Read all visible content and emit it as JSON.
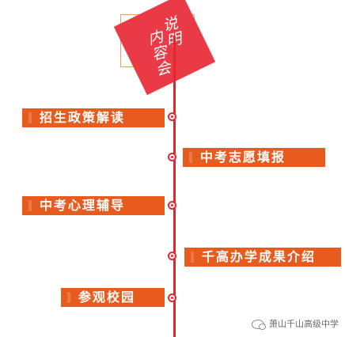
{
  "header": {
    "title_col_a": "说明",
    "title_col_b": "内容会",
    "accent_color": "#ea3a45",
    "frame_color": "#e8a15d"
  },
  "timeline": {
    "line_color": "#e4262f",
    "items": [
      {
        "label": "招生政策解读"
      },
      {
        "label": "中考志愿填报"
      },
      {
        "label": "中考心理辅导"
      },
      {
        "label": "千高办学成果介绍"
      },
      {
        "label": "参观校园"
      }
    ],
    "bar_color": "#e75b1f"
  },
  "watermark": {
    "text": "萧山千山高级中学",
    "icon": "wechat-icon"
  }
}
